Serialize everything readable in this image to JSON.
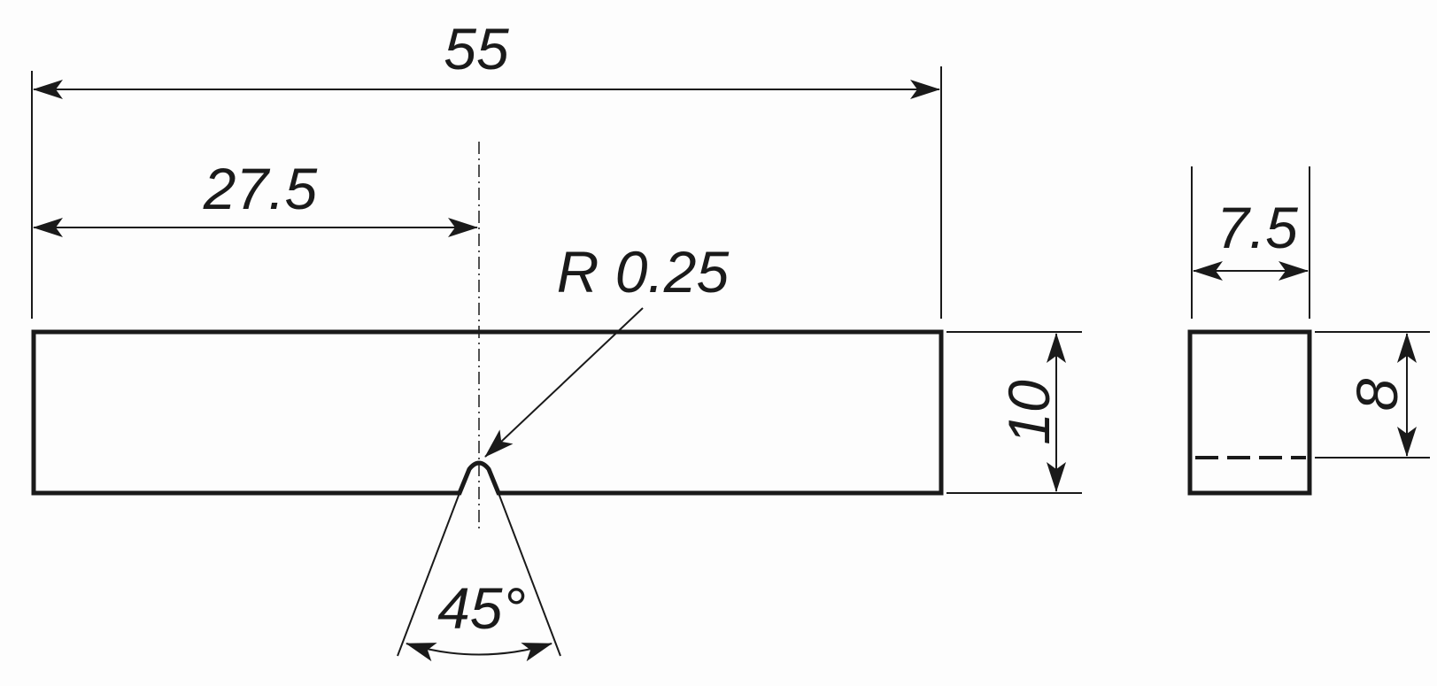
{
  "drawing": {
    "dim_length": "55",
    "dim_half_length": "27.5",
    "notch_radius": "R 0.25",
    "dim_height": "10",
    "dim_width": "7.5",
    "dim_ligament": "8",
    "notch_angle": "45°"
  }
}
